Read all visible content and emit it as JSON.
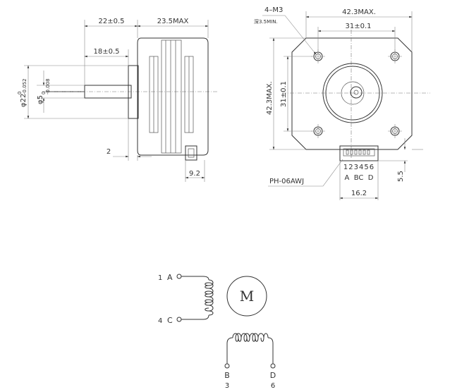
{
  "side_view": {
    "shaft_length": "22±0.5",
    "body_length": "23.5MAX",
    "flat_length": "18±0.5",
    "boss_dia": "φ22",
    "boss_tol": "-0.052",
    "boss_tol_top": "0",
    "shaft_dia": "φ5",
    "shaft_tol": "-0.008",
    "shaft_tol_top": "0",
    "boss_height": "2",
    "connector_width": "9.2"
  },
  "front_view": {
    "overall_width": "42.3MAX.",
    "hole_spacing_h": "31±0.1",
    "overall_height": "42.3MAX.",
    "hole_spacing_v": "31±0.1",
    "screw_thread": "4–M3",
    "screw_depth": "深3.5MIN.",
    "pin_numbers": "123456",
    "pin_phases": "A  BC  D",
    "connector_model": "PH-06AWJ",
    "connector_width": "16.2",
    "connector_height": "5.5"
  },
  "wiring": {
    "motor_label": "M",
    "top_left_letter": "A",
    "top_left_number": "1",
    "bottom_left_letter": "C",
    "bottom_left_number": "4",
    "bottom_a_letter": "B",
    "bottom_a_number": "3",
    "bottom_b_letter": "D",
    "bottom_b_number": "6"
  }
}
